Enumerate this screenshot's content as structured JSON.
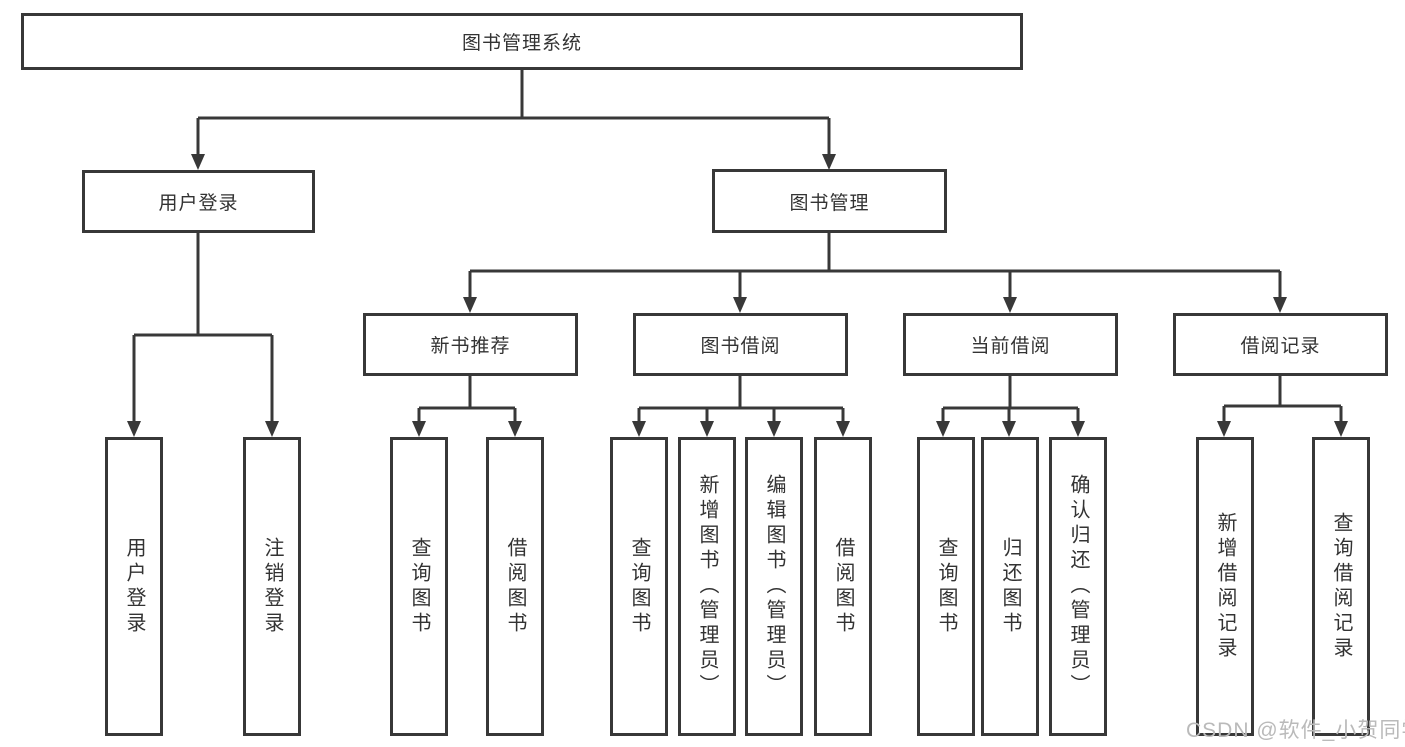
{
  "diagram": {
    "root_label": "图书管理系统",
    "branches": {
      "user": {
        "label": "用户登录",
        "children": [
          {
            "label": "用户登录"
          },
          {
            "label": "注销登录"
          }
        ]
      },
      "book": {
        "label": "图书管理",
        "groups": [
          {
            "label": "新书推荐",
            "children": [
              {
                "label": "查询图书"
              },
              {
                "label": "借阅图书"
              }
            ]
          },
          {
            "label": "图书借阅",
            "children": [
              {
                "label": "查询图书"
              },
              {
                "label": "新增图书（管理员）"
              },
              {
                "label": "编辑图书（管理员）"
              },
              {
                "label": "借阅图书"
              }
            ]
          },
          {
            "label": "当前借阅",
            "children": [
              {
                "label": "查询图书"
              },
              {
                "label": "归还图书"
              },
              {
                "label": "确认归还（管理员）"
              }
            ]
          },
          {
            "label": "借阅记录",
            "children": [
              {
                "label": "新增借阅记录"
              },
              {
                "label": "查询借阅记录"
              }
            ]
          }
        ]
      }
    }
  },
  "watermark": "CSDN @软件_小贺同学",
  "colors": {
    "line": "#383838",
    "text": "#333333",
    "watermark": "#bababa",
    "background": "#ffffff"
  }
}
